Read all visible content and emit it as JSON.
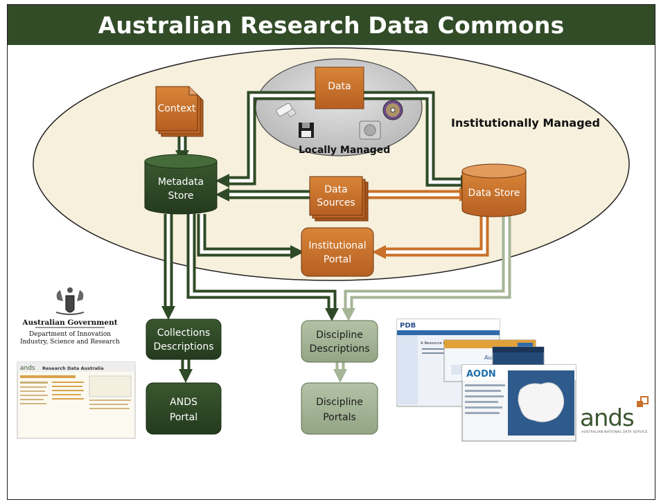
{
  "title": "Australian Research Data Commons",
  "regions": {
    "institutional": "Institutionally Managed",
    "local": "Locally Managed"
  },
  "nodes": {
    "data": "Data",
    "context": "Context",
    "metadata_store": [
      "Metadata",
      "Store"
    ],
    "data_sources": [
      "Data",
      "Sources"
    ],
    "data_store": "Data Store",
    "institutional_portal": [
      "Institutional",
      "Portal"
    ],
    "collections_descriptions": [
      "Collections",
      "Descriptions"
    ],
    "discipline_descriptions": [
      "Discipline",
      "Descriptions"
    ],
    "ands_portal": [
      "ANDS",
      "Portal"
    ],
    "discipline_portals": [
      "Discipline",
      "Portals"
    ]
  },
  "government": {
    "name": "Australian Government",
    "department_line1": "Department of Innovation",
    "department_line2": "Industry, Science and Research"
  },
  "screenshots": {
    "rda_logo": "ands",
    "rda_title": "Research Data Australia",
    "pdb_logo": "PDB",
    "pdb_heading": "A Resource for Studying Biological",
    "auscope": "AuScope",
    "aodn": "AODN"
  },
  "ands_logo": {
    "text": "ands",
    "subtext": "AUSTRALIAN NATIONAL DATA SERVICE"
  },
  "colors": {
    "dark_green": "#2f4a26",
    "light_green": "#a5b596",
    "orange": "#c9702a",
    "title_bar": "#324c28",
    "ellipse_fill": "#f6f0dc"
  }
}
